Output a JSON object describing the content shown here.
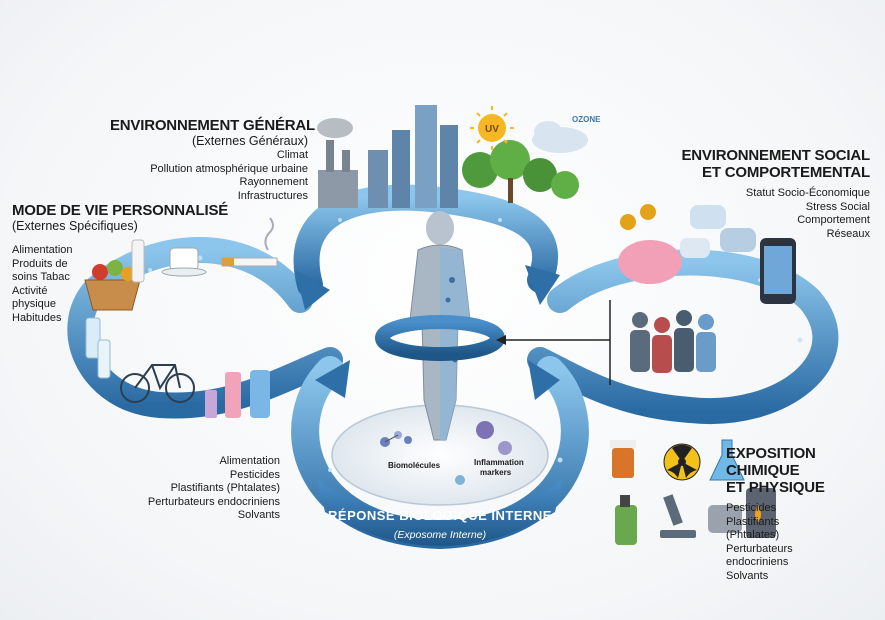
{
  "general": {
    "title": "ENVIRONNEMENT GÉNÉRAL",
    "subtitle": "(Externes Généraux)",
    "items": [
      "Climat",
      "Pollution atmosphérique urbaine",
      "Rayonnement",
      "Infrastructures"
    ],
    "sun_label": "UV",
    "ozone_label": "OZONE"
  },
  "lifestyle": {
    "title": "MODE DE VIE PERSONNALISÉ",
    "subtitle": "(Externes Spécifiques)",
    "items": [
      "Alimentation",
      "Produits de",
      "soins Tabac",
      "Activité",
      "physique",
      "Habitudes"
    ]
  },
  "social": {
    "title_line1": "ENVIRONNEMENT SOCIAL",
    "title_line2": "ET COMPORTEMENTAL",
    "items": [
      "Statut Socio-Économique",
      "Stress Social",
      "Comportement",
      "Réseaux"
    ]
  },
  "chemical": {
    "title_line1": "EXPOSITION CHIMIQUE",
    "title_line2": "ET PHYSIQUE",
    "items": [
      "Pesticides",
      "Plastifiants",
      "(Phtalates)",
      "Perturbateurs",
      "endocriniens",
      "Solvants"
    ]
  },
  "bottom_left": {
    "items": [
      "Alimentation",
      "Pesticides",
      "Plastifiants (Phtalates)",
      "Perturbateurs endocriniens",
      "Solvants"
    ]
  },
  "center": {
    "biomolecules_label": "Biomolécules",
    "inflammation_label_line1": "Inflammation",
    "inflammation_label_line2": "markers",
    "banner_title": "RÉPONSE BIOLOGIQUE INTERNE",
    "banner_subtitle": "(Exposome Interne)"
  },
  "colors": {
    "loop_blue": "#2f6fa8",
    "loop_light": "#6fb3e0",
    "text": "#1a1a1a"
  }
}
